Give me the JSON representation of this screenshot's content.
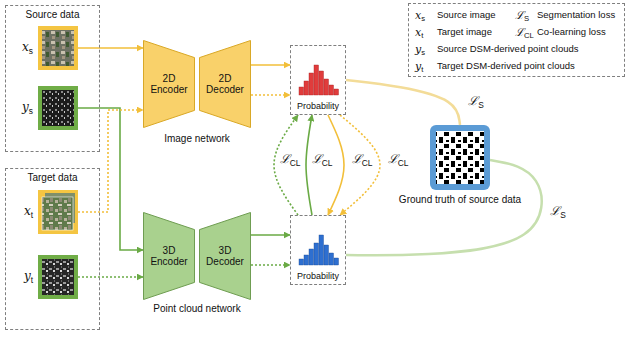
{
  "diagram": {
    "nodes": [
      {
        "text": [
          "Source data"
        ]
      },
      {
        "text": [
          "xs"
        ],
        "in": 0
      },
      {
        "text": [
          "ys"
        ],
        "in": 0
      },
      {
        "text": [
          "Target data"
        ]
      },
      {
        "text": [
          "xt"
        ],
        "in": 3
      },
      {
        "text": [
          "yt"
        ],
        "in": 3
      },
      {
        "text": [
          "2D Encoder"
        ]
      },
      {
        "text": [
          "2D Decoder"
        ]
      },
      {
        "text": [
          "3D Encoder"
        ]
      },
      {
        "text": [
          "3D Decoder"
        ]
      },
      {
        "text": [
          "Probability"
        ]
      },
      {
        "text": [
          "Probability"
        ]
      },
      {
        "text": [
          "Ground truth of source data"
        ]
      }
    ],
    "edges": [
      {
        "from": 1,
        "to": 6,
        "arrow": "to"
      },
      {
        "from": 2,
        "to": 8,
        "arrow": "to"
      },
      {
        "from": 4,
        "to": 6,
        "arrow": "to"
      },
      {
        "from": 5,
        "to": 8,
        "arrow": "to"
      },
      {
        "from": 7,
        "to": 10,
        "arrow": "to"
      },
      {
        "from": 7,
        "to": 10,
        "arrow": "to"
      },
      {
        "from": 9,
        "to": 11,
        "arrow": "to"
      },
      {
        "from": 9,
        "to": 11,
        "arrow": "to"
      },
      {
        "from": 12,
        "to": 10,
        "label": "ℒS",
        "arrow": "none"
      },
      {
        "from": 12,
        "to": 11,
        "label": "ℒS",
        "arrow": "none"
      },
      {
        "from": 11,
        "to": 10,
        "label": "ℒCL",
        "arrow": "to"
      },
      {
        "from": 11,
        "to": 10,
        "label": "ℒCL",
        "arrow": "to"
      },
      {
        "from": 10,
        "to": 11,
        "label": "ℒCL",
        "arrow": "to"
      },
      {
        "from": 10,
        "to": 11,
        "label": "ℒCL",
        "arrow": "to"
      }
    ],
    "labels": [
      "Image network",
      "Point cloud network",
      "xs",
      "ℒS",
      "xt",
      "ℒCL",
      "ys",
      "yt"
    ],
    "legend": [
      {
        "text": "Source image"
      },
      {
        "text": "Segmentation loss"
      },
      {
        "text": "Target image"
      },
      {
        "text": "Co-learning loss"
      },
      {
        "text": "Source DSM-derived point clouds"
      },
      {
        "text": "Target DSM-derived point clouds"
      }
    ]
  }
}
